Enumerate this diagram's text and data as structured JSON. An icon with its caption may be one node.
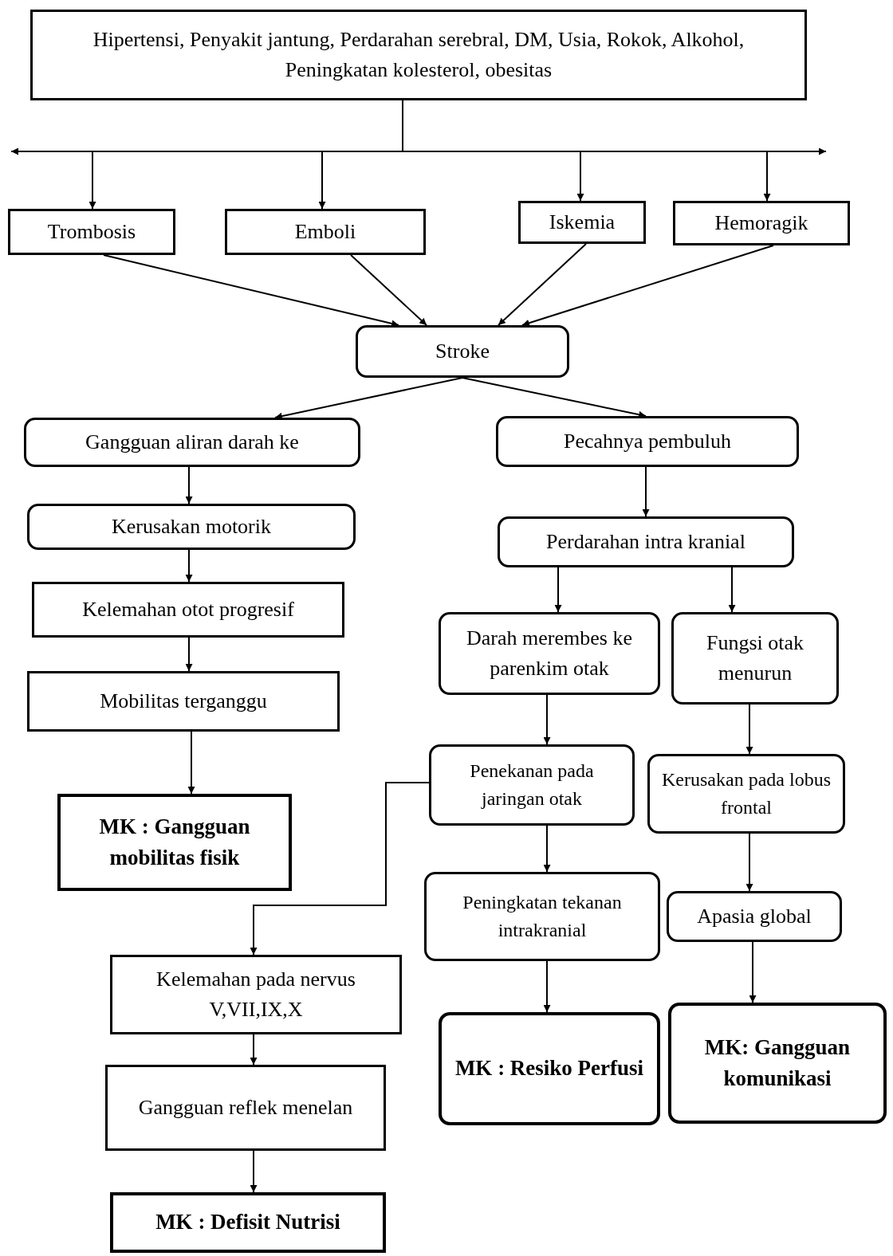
{
  "diagram": {
    "nodes": [
      {
        "text": [
          "Hipertensi, Penyakit jantung, Perdarahan serebral, DM, Usia, Rokok, Alkohol, Peningkatan kolesterol, obesitas"
        ]
      },
      {
        "text": [
          "Trombosis"
        ]
      },
      {
        "text": [
          "Emboli"
        ]
      },
      {
        "text": [
          "Iskemia"
        ]
      },
      {
        "text": [
          "Hemoragik"
        ]
      },
      {
        "text": [
          "Stroke"
        ]
      },
      {
        "text": [
          "Gangguan aliran darah ke"
        ]
      },
      {
        "text": [
          "Pecahnya pembuluh"
        ]
      },
      {
        "text": [
          "Kerusakan motorik"
        ]
      },
      {
        "text": [
          "Kelemahan otot progresif"
        ]
      },
      {
        "text": [
          "Mobilitas terganggu"
        ]
      },
      {
        "text": [
          "MK : Gangguan mobilitas fisik"
        ]
      },
      {
        "text": [
          "Perdarahan intra kranial"
        ]
      },
      {
        "text": [
          "Darah merembes ke parenkim otak"
        ]
      },
      {
        "text": [
          "Fungsi otak menurun"
        ]
      },
      {
        "text": [
          "Penekanan pada jaringan otak"
        ]
      },
      {
        "text": [
          "Kerusakan pada lobus frontal"
        ]
      },
      {
        "text": [
          "Peningkatan tekanan intrakranial"
        ]
      },
      {
        "text": [
          "Apasia global"
        ]
      },
      {
        "text": [
          "Kelemahan pada nervus V,VII,IX,X"
        ]
      },
      {
        "text": [
          "MK : Resiko Perfusi"
        ]
      },
      {
        "text": [
          "MK: Gangguan komunikasi"
        ]
      },
      {
        "text": [
          "Gangguan reflek menelan"
        ]
      },
      {
        "text": [
          "MK : Defisit Nutrisi"
        ]
      }
    ],
    "edges": [
      {
        "from": 0,
        "to": null,
        "arrow": "to"
      },
      {
        "from": 0,
        "to": null,
        "arrow": "to"
      },
      {
        "from": 0,
        "to": 1,
        "arrow": "to"
      },
      {
        "from": 0,
        "to": 2,
        "arrow": "to"
      },
      {
        "from": 0,
        "to": 3,
        "arrow": "to"
      },
      {
        "from": 0,
        "to": 4,
        "arrow": "to"
      },
      {
        "from": 1,
        "to": 5,
        "arrow": "to"
      },
      {
        "from": 2,
        "to": 5,
        "arrow": "to"
      },
      {
        "from": 3,
        "to": 5,
        "arrow": "to"
      },
      {
        "from": 4,
        "to": 5,
        "arrow": "to"
      },
      {
        "from": 5,
        "to": 6,
        "arrow": "to"
      },
      {
        "from": 5,
        "to": 7,
        "arrow": "to"
      },
      {
        "from": 6,
        "to": 8,
        "arrow": "to"
      },
      {
        "from": 8,
        "to": 9,
        "arrow": "to"
      },
      {
        "from": 9,
        "to": 10,
        "arrow": "to"
      },
      {
        "from": 10,
        "to": 11,
        "arrow": "to"
      },
      {
        "from": 7,
        "to": 12,
        "arrow": "to"
      },
      {
        "from": 12,
        "to": 13,
        "arrow": "to"
      },
      {
        "from": 12,
        "to": 14,
        "arrow": "to"
      },
      {
        "from": 13,
        "to": 15,
        "arrow": "to"
      },
      {
        "from": 14,
        "to": 16,
        "arrow": "to"
      },
      {
        "from": 15,
        "to": 17,
        "arrow": "to"
      },
      {
        "from": 16,
        "to": 18,
        "arrow": "to"
      },
      {
        "from": 15,
        "to": 19,
        "arrow": "to"
      },
      {
        "from": 17,
        "to": 20,
        "arrow": "to"
      },
      {
        "from": 18,
        "to": 21,
        "arrow": "to"
      },
      {
        "from": 19,
        "to": 22,
        "arrow": "to"
      },
      {
        "from": 22,
        "to": 23,
        "arrow": "to"
      }
    ]
  }
}
